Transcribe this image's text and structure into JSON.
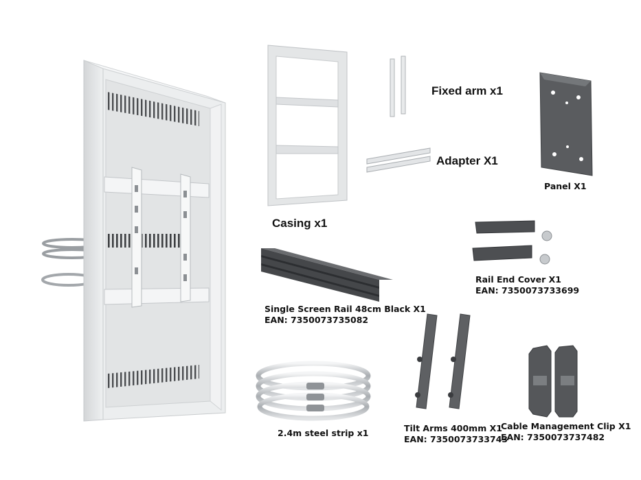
{
  "labels": {
    "casing": "Casing x1",
    "fixed_arm": "Fixed arm x1",
    "adapter": "Adapter X1",
    "panel": "Panel X1",
    "rail_end_cover": "Rail End Cover X1",
    "rail_end_cover_ean": "EAN: 7350073733699",
    "single_screen_rail": "Single Screen Rail 48cm Black X1",
    "single_screen_rail_ean": "EAN: 7350073735082",
    "steel_strip": "2.4m steel strip x1",
    "tilt_arms": "Tilt Arms 400mm X1",
    "tilt_arms_ean": "EAN: 7350073733743",
    "cable_clip": "Cable Management Clip X1",
    "cable_clip_ean": "EAN: 7350073737482"
  },
  "colors": {
    "background": "#ffffff",
    "enclosure": "#e6e7e8",
    "dark_metal": "#55575a",
    "steel": "#b9bcbf"
  }
}
